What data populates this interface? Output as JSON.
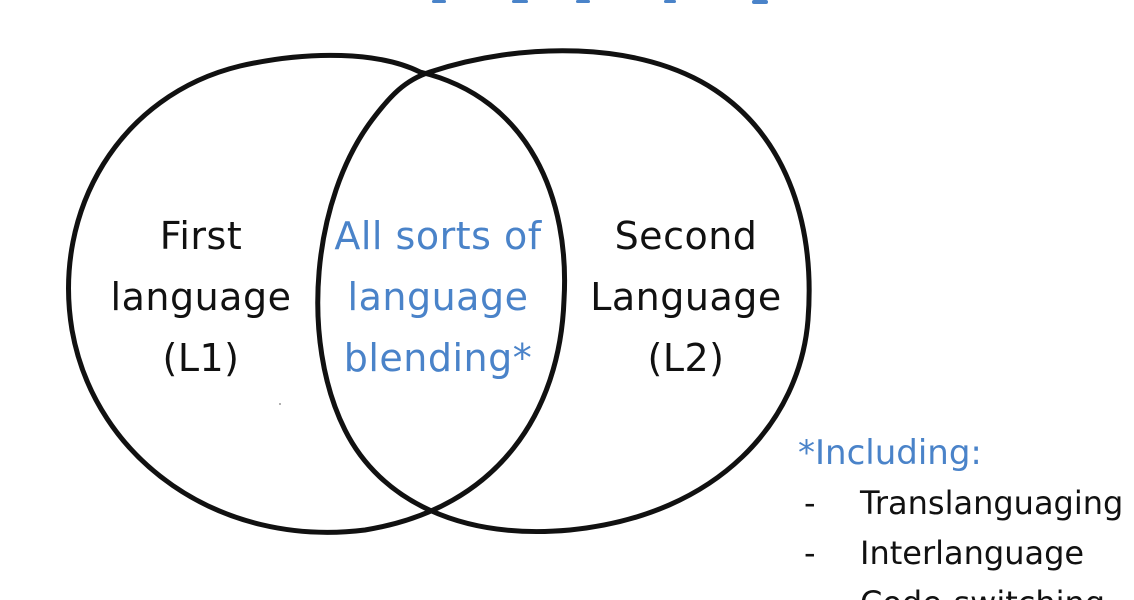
{
  "venn": {
    "left_label": [
      "First",
      "language",
      "(L1)"
    ],
    "overlap_label": [
      "All sorts of",
      "language",
      "blending*"
    ],
    "right_label": [
      "Second",
      "Language",
      "(L2)"
    ]
  },
  "footnote": {
    "heading": "*Including:",
    "items": [
      {
        "marker": "-",
        "text": "Translanguaging"
      },
      {
        "marker": "-",
        "text": "Interlanguage"
      },
      {
        "marker": "-",
        "text": "Code-switching"
      }
    ]
  },
  "colors": {
    "ink": "#111111",
    "accent_blue": "#4a83c9",
    "background": "#ffffff"
  }
}
